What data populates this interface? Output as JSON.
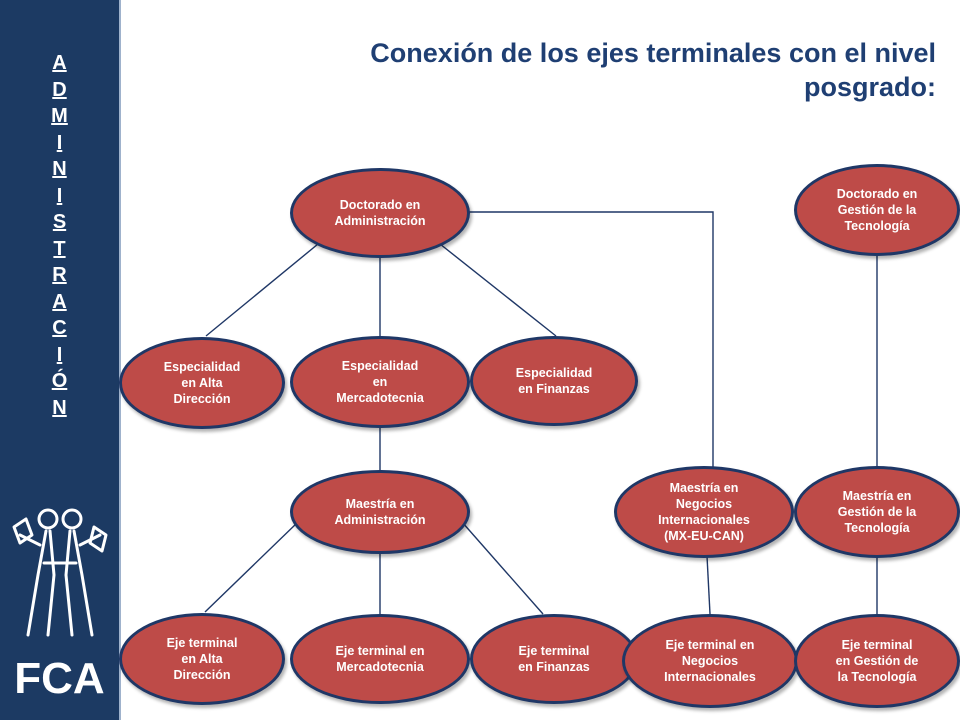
{
  "sidebar": {
    "letters": [
      "A",
      "D",
      "M",
      "I",
      "N",
      "I",
      "S",
      "T",
      "R",
      "A",
      "C",
      "I",
      "Ó",
      "N"
    ],
    "logo_icon": "figure-holding-documents-icon",
    "label": "FCA",
    "background": "#1c3a63"
  },
  "title": "Conexión de los ejes terminales con el nivel posgrado:",
  "colors": {
    "node_fill": "#be4b48",
    "node_border": "#1f3766",
    "line": "#1f3766",
    "title": "#1f3f73"
  },
  "nodes": {
    "doctorado_admin": "Doctorado en\nAdministración",
    "doctorado_tec": "Doctorado en\nGestión de la\nTecnología",
    "esp_alta": "Especialidad\nen Alta\nDirección",
    "esp_merc": "Especialidad\nen\nMercadotecnia",
    "esp_fin": "Especialidad\nen Finanzas",
    "maestria_admin": "Maestría en\nAdministración",
    "maestria_neg": "Maestría en\nNegocios\nInternacionales\n(MX-EU-CAN)",
    "maestria_tec": "Maestría en\nGestión de la\nTecnología",
    "eje_alta": "Eje terminal\nen Alta\nDirección",
    "eje_merc": "Eje terminal en\nMercadotecnia",
    "eje_fin": "Eje terminal\nen Finanzas",
    "eje_neg": "Eje terminal en\nNegocios\nInternacionales",
    "eje_tec": "Eje terminal\nen Gestión de\nla Tecnología"
  }
}
